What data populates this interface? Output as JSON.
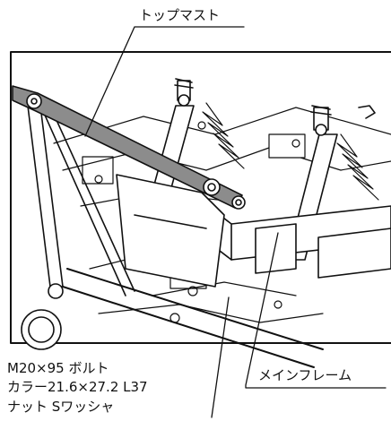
{
  "labels": {
    "top_mast": "トップマスト",
    "bolt": "M20×95 ボルト",
    "collar": "カラー21.6×27.2 L37",
    "nut_washer": "ナット Sワッシャ",
    "main_frame": "メインフレーム"
  },
  "colors": {
    "line": "#111111",
    "mast_fill": "#8c8c8c",
    "frame_fill": "#ffffff",
    "background": "#ffffff"
  }
}
